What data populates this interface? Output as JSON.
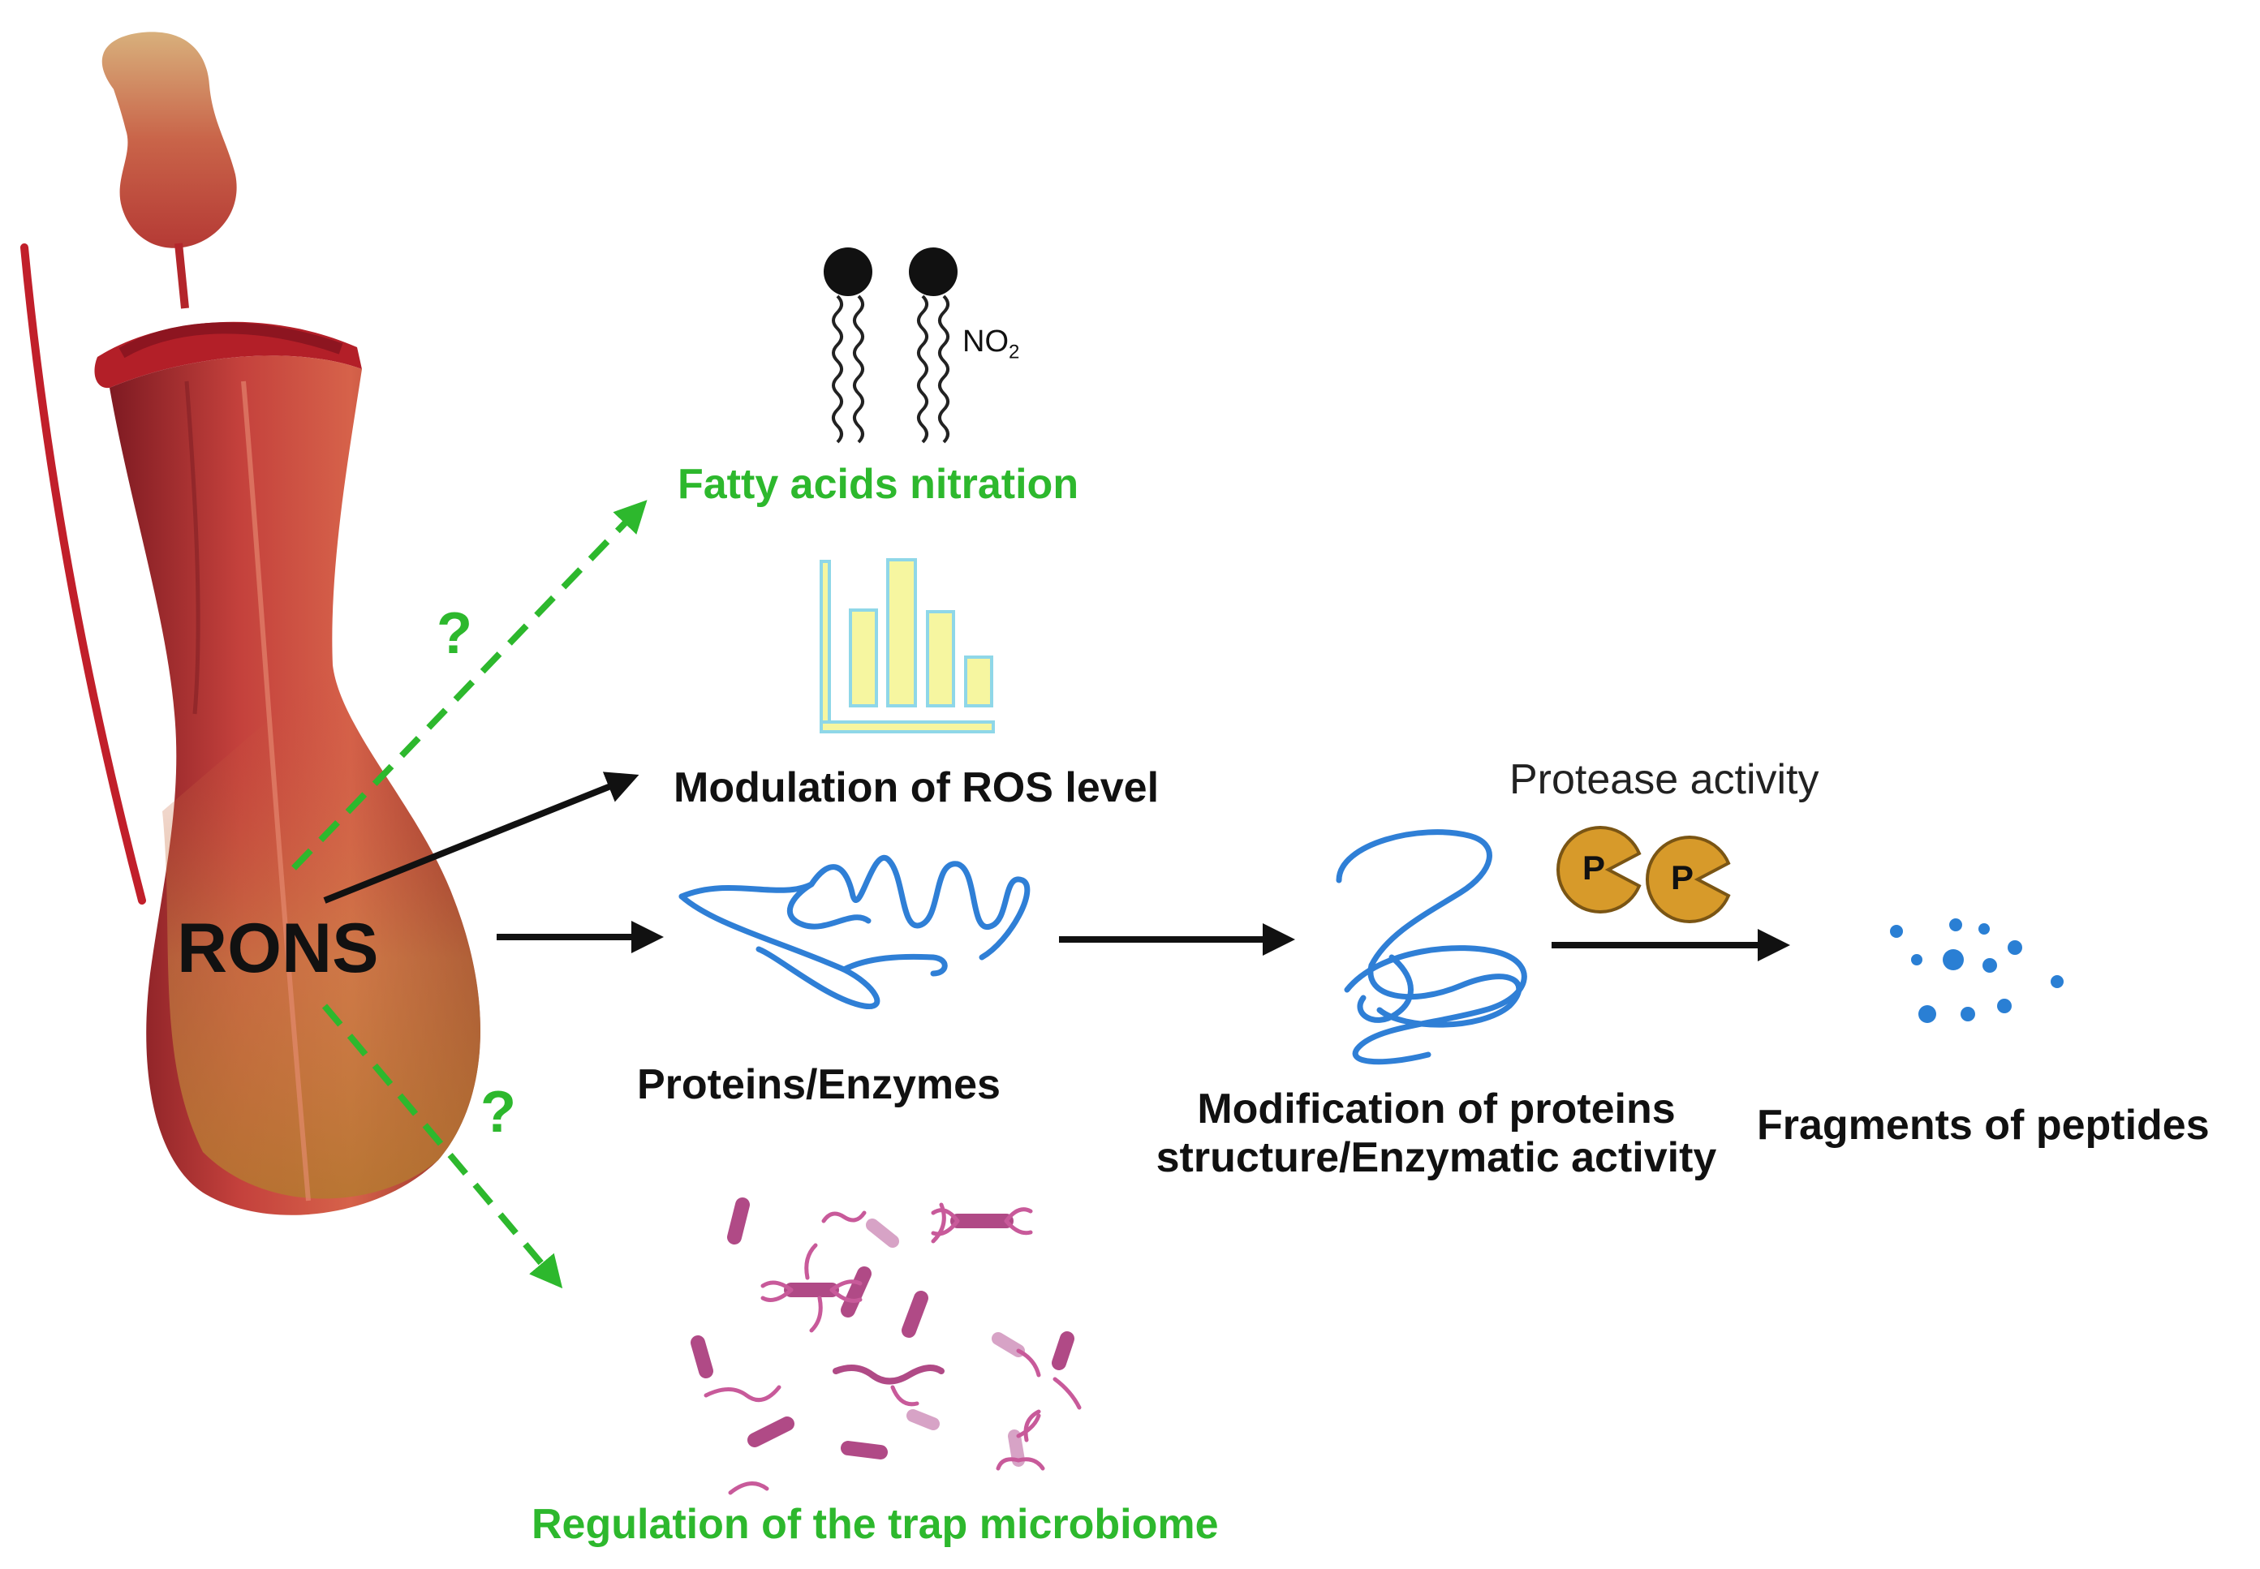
{
  "center_label": "RONS",
  "question_marks": [
    "?",
    "?"
  ],
  "colors": {
    "green_dashed": "#2db82d",
    "black_arrow": "#111111",
    "protein_blue": "#2f7fd6",
    "bar_fill": "#f6f6a0",
    "bar_outline": "#8fd7e8",
    "protease_fill": "#d79a2a",
    "microbe_purple": "#b04a86",
    "peptide_blue": "#2a7fd4",
    "pitcher_red": "#b8262b"
  },
  "labels": {
    "fatty_acids": "Fatty acids nitration",
    "no2": "NO",
    "no2_sub": "2",
    "ros": "Modulation of ROS level",
    "proteins": "Proteins/Enzymes",
    "modification_line1": "Modification of proteins",
    "modification_line2": "structure/Enzymatic activity",
    "protease": "Protease activity",
    "protease_letter": "P",
    "fragments": "Fragments of peptides",
    "microbiome": "Regulation of the trap microbiome"
  },
  "icons": [
    "pitcher-plant-image",
    "nitrated-lipid-icon",
    "bar-chart-icon",
    "folded-protein-icon",
    "unfolded-protein-icon",
    "protease-pacman-icon",
    "peptide-fragments-icon",
    "microbiome-bacteria-icon"
  ]
}
